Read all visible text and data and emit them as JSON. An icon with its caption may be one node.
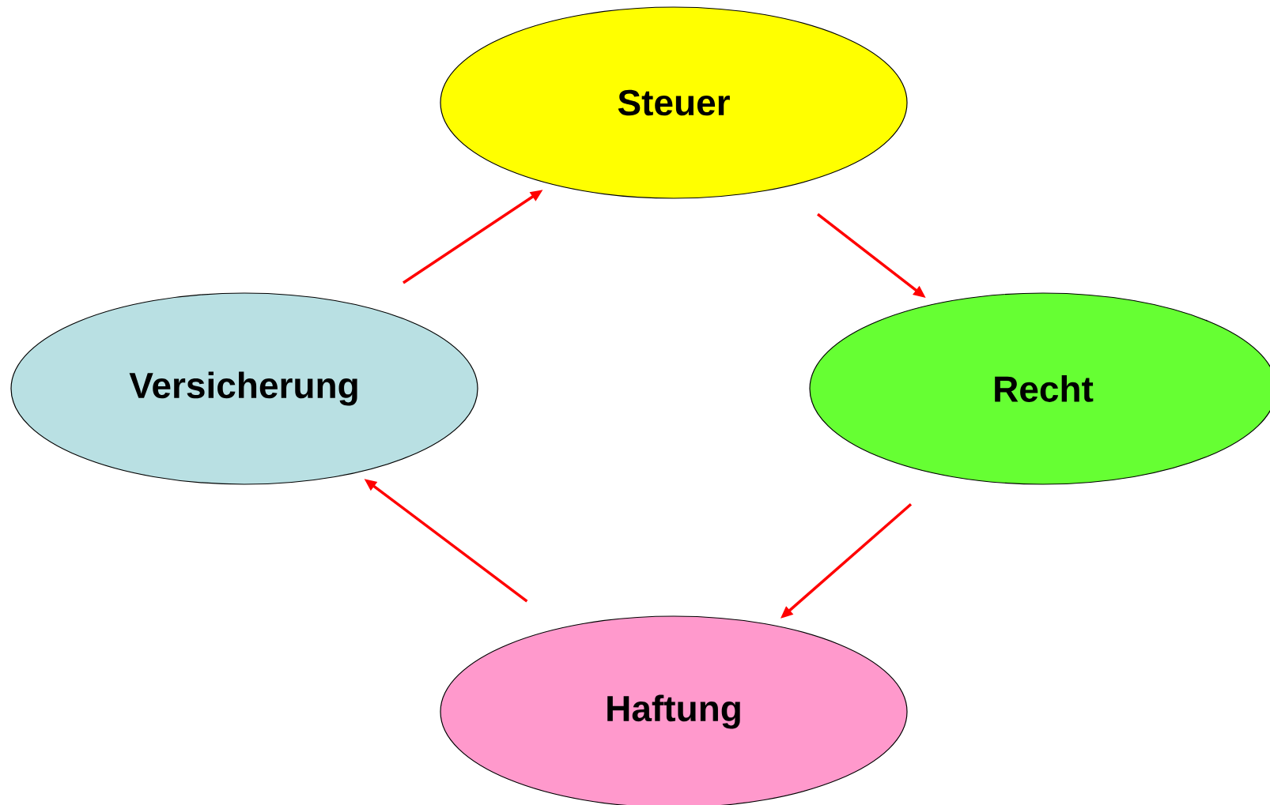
{
  "diagram": {
    "nodes": [
      {
        "text": [
          "Steuer"
        ]
      },
      {
        "text": [
          "Recht"
        ]
      },
      {
        "text": [
          "Haftung"
        ]
      },
      {
        "text": [
          "Versicherung"
        ]
      }
    ],
    "edges": [
      {
        "from": 0,
        "to": 1,
        "arrow": "to"
      },
      {
        "from": 1,
        "to": 2,
        "arrow": "to"
      },
      {
        "from": 2,
        "to": 3,
        "arrow": "to"
      },
      {
        "from": 3,
        "to": 0,
        "arrow": "to"
      }
    ]
  }
}
